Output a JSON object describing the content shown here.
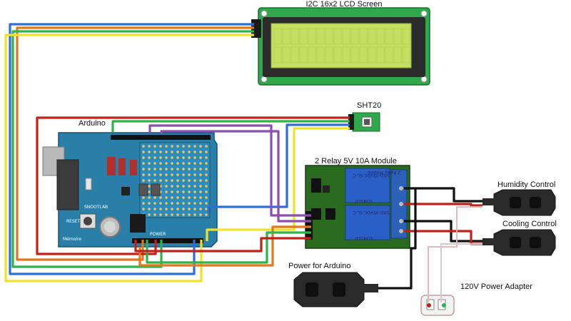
{
  "labels": {
    "lcd": "I2C 16x2 LCD Screen",
    "sht20": "SHT20",
    "arduino": "Arduino",
    "relay": "2 Relay 5V 10A Module",
    "humidity": "Humidity Control",
    "cooling": "Cooling Control",
    "power_arduino": "Power for Arduino",
    "adapter": "120V Power Adapter"
  },
  "board": {
    "brand": "SNOOTLAB",
    "maker": "Mémoire",
    "reset": "RESET",
    "power": "POWER"
  },
  "relay_board": {
    "model": "SRD-05VDC-SL-C",
    "title": "2 Relay Module",
    "brand": "SONGLE"
  },
  "colors": {
    "red": "#c0221a",
    "green": "#2db34a",
    "orange": "#e0781e",
    "blue": "#2d6fd6",
    "yellow": "#f0e12a",
    "purple": "#8a4fb0",
    "black": "#111111",
    "lcd_screen": "#c3df62",
    "arduino_board": "#2a7fa8",
    "relay_pcb": "#2a6a1e",
    "relay_cube": "#2b5fc8"
  }
}
